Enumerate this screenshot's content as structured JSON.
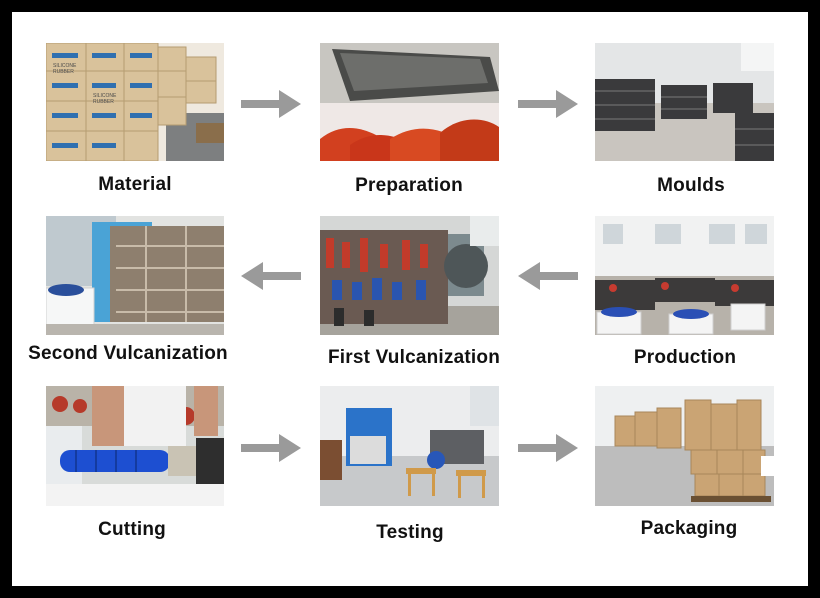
{
  "steps": [
    {
      "id": "material",
      "label": "Material"
    },
    {
      "id": "preparation",
      "label": "Preparation"
    },
    {
      "id": "moulds",
      "label": "Moulds"
    },
    {
      "id": "production",
      "label": "Production"
    },
    {
      "id": "first_vulcanization",
      "label": "First Vulcanization"
    },
    {
      "id": "second_vulcanization",
      "label": "Second Vulcanization"
    },
    {
      "id": "cutting",
      "label": "Cutting"
    },
    {
      "id": "testing",
      "label": "Testing"
    },
    {
      "id": "packaging",
      "label": "Packaging"
    }
  ],
  "box_print": [
    "SILICONE",
    "RUBBER"
  ],
  "arrow_color": "#9a9a9a"
}
